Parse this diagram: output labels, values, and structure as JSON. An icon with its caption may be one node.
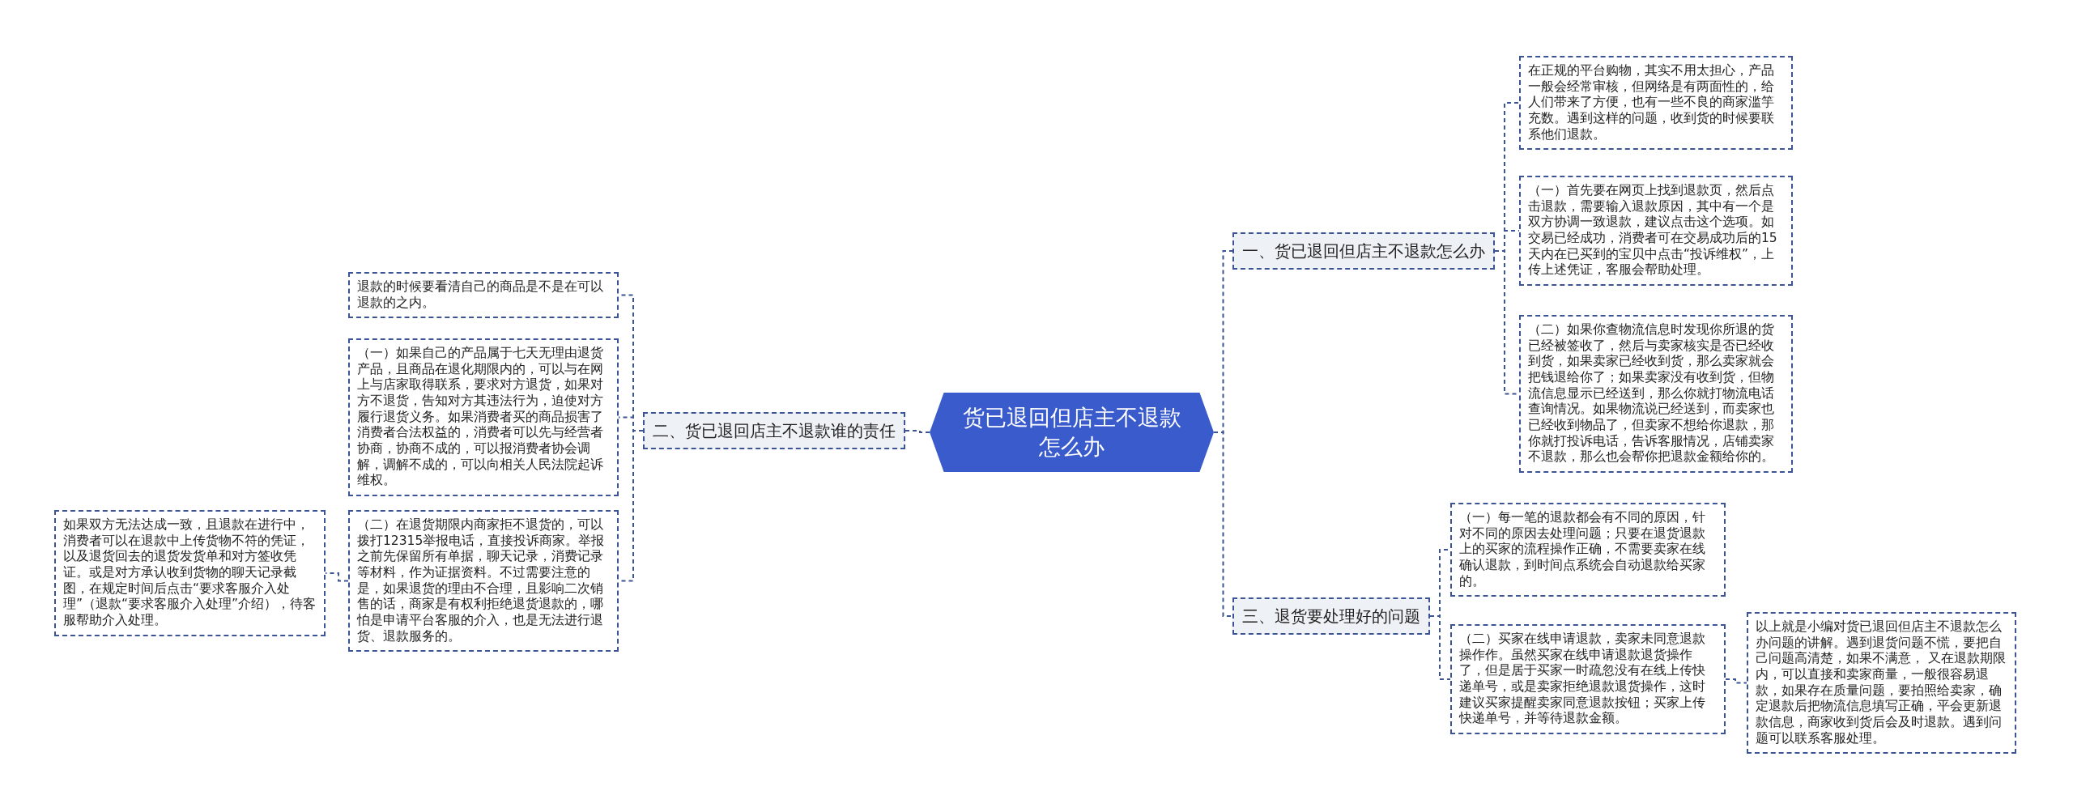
{
  "diagram": {
    "nodes": [
      {
        "text": [
          "货已退回但店主不退款怎么办"
        ]
      },
      {
        "text": [
          "一、货已退回但店主不退款怎么办"
        ]
      },
      {
        "text": [
          "二、货已退回店主不退款谁的责任"
        ]
      },
      {
        "text": [
          "三、退货要处理好的问题"
        ]
      },
      {
        "text": [
          "在正规的平台购物，其实不用太担心，产品一般会经常审核，但网络是有两面性的，给人们带来了方便，也有一些不良的商家滥竽充数。遇到这样的问题，收到货的时候要联系他们退款。"
        ]
      },
      {
        "text": [
          "（一）首先要在网页上找到退款页，然后点击退款，需要输入退款原因，其中有一个是双方协调一致退款，建议点击这个选项。如交易已经成功，消费者可在交易成功后的15天内在已买到的宝贝中点击“投诉维权”，上传上述凭证，客服会帮助处理。"
        ]
      },
      {
        "text": [
          "（二）如果你查物流信息时发现你所退的货已经被签收了，然后与卖家核实是否已经收到货，如果卖家已经收到货，那么卖家就会把钱退给你了；如果卖家没有收到货，但物流信息显示已经送到，那么你就打物流电话查询情况。如果物流说已经送到，而卖家也已经收到物品了，但卖家不想给你退款，那你就打投诉电话，告诉客服情况，店铺卖家不退款，那么也会帮你把退款金额给你的。"
        ]
      },
      {
        "text": [
          "退款的时候要看清自己的商品是不是在可以退款的之内。"
        ]
      },
      {
        "text": [
          "（一）如果自己的产品属于七天无理由退货产品，且商品在退化期限内的，可以与在网上与店家取得联系，要求对方退货，如果对方不退货，告知对方其违法行为，迫使对方履行退货义务。如果消费者买的商品损害了消费者合法权益的，消费者可以先与经营者协商，协商不成的，可以报消费者协会调解，调解不成的，可以向相关人民法院起诉维权。"
        ]
      },
      {
        "text": [
          "（二）在退货期限内商家拒不退货的，可以拨打12315举报电话，直接投诉商家。举报之前先保留所有单据，聊天记录，消费记录等材料，作为证据资料。不过需要注意的是，如果退货的理由不合理，且影响二次销售的话，商家是有权利拒绝退货退款的，哪怕是申请平台客服的介入，也是无法进行退货、退款服务的。"
        ]
      },
      {
        "text": [
          "如果双方无法达成一致，且退款在进行中，消费者可以在退款中上传货物不符的凭证，以及退货回去的退货发货单和对方签收凭证。或是对方承认收到货物的聊天记录截图，在规定时间后点击“要求客服介入处理”（退款“要求客服介入处理”介绍），待客服帮助介入处理。"
        ]
      },
      {
        "text": [
          "（一）每一笔的退款都会有不同的原因，针对不同的原因去处理问题；只要在退货退款上的买家的流程操作正确，不需要卖家在线确认退款，到时间点系统会自动退款给买家的。"
        ]
      },
      {
        "text": [
          "（二）买家在线申请退款，卖家未同意退款操作作。虽然买家在线申请退款退货操作了，但是居于买家一时疏忽没有在线上传快递单号，或是卖家拒绝退款退货操作，这时建议买家提醒卖家同意退款按钮；买家上传快递单号，并等待退款金额。"
        ]
      },
      {
        "text": [
          "以上就是小编对货已退回但店主不退款怎么办问题的讲解。遇到退货问题不慌，要把自己问题高清楚，如果不满意， 又在退款期限内，可以直接和卖家商量，一般很容易退款，如果存在质量问题，要拍照给卖家，确定退款后把物流信息填写正确，平会更新退款信息，商家收到货后会及时退款。遇到问题可以联系客服处理。"
        ]
      }
    ],
    "edges": [
      {
        "from": 0,
        "to": 1,
        "arrow": "none"
      },
      {
        "from": 0,
        "to": 2,
        "arrow": "none"
      },
      {
        "from": 0,
        "to": 3,
        "arrow": "none"
      },
      {
        "from": 1,
        "to": 4,
        "arrow": "none"
      },
      {
        "from": 1,
        "to": 5,
        "arrow": "none"
      },
      {
        "from": 1,
        "to": 6,
        "arrow": "none"
      },
      {
        "from": 2,
        "to": 7,
        "arrow": "none"
      },
      {
        "from": 2,
        "to": 8,
        "arrow": "none"
      },
      {
        "from": 2,
        "to": 9,
        "arrow": "none"
      },
      {
        "from": 9,
        "to": 10,
        "arrow": "none"
      },
      {
        "from": 3,
        "to": 11,
        "arrow": "none"
      },
      {
        "from": 3,
        "to": 12,
        "arrow": "none"
      },
      {
        "from": 12,
        "to": 13,
        "arrow": "none"
      }
    ]
  }
}
